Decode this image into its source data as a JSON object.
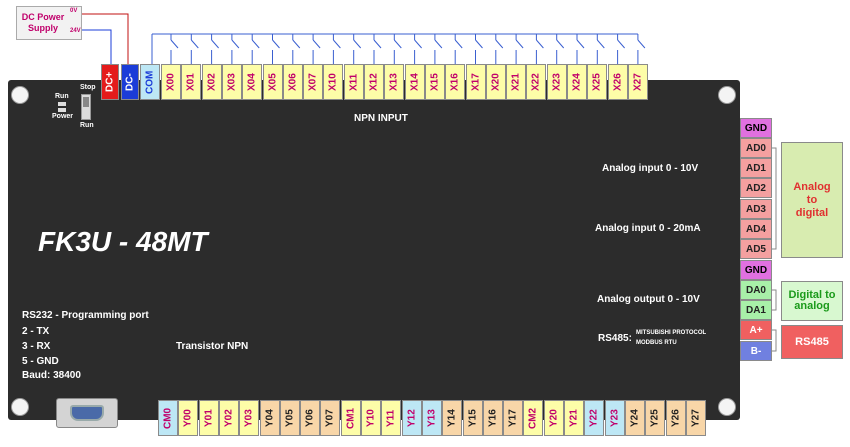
{
  "power_supply": {
    "title": "DC Power Supply",
    "pin_pos": "0V",
    "pin_neg": "24V"
  },
  "power_terminals": {
    "dc_plus": "DC+",
    "dc_minus": "DC-",
    "com": "COM"
  },
  "inputs": [
    "X00",
    "X01",
    "X02",
    "X03",
    "X04",
    "X05",
    "X06",
    "X07",
    "X10",
    "X11",
    "X12",
    "X13",
    "X14",
    "X15",
    "X16",
    "X17",
    "X20",
    "X21",
    "X22",
    "X23",
    "X24",
    "X25",
    "X26",
    "X27"
  ],
  "input_label": "NPN INPUT",
  "status": {
    "run": "Run",
    "power": "Power",
    "stop": "Stop",
    "run_switch": "Run"
  },
  "model": "FK3U - 48MT",
  "rs232": {
    "title": "RS232 - Programming port",
    "lines": [
      "2 - TX",
      "3 - RX",
      "5 - GND",
      "Baud: 38400"
    ]
  },
  "transistor_label": "Transistor NPN",
  "outputs": [
    {
      "label": "CM0",
      "color": "blue"
    },
    {
      "label": "Y00",
      "color": "yellow"
    },
    {
      "label": "Y01",
      "color": "yellow"
    },
    {
      "label": "Y02",
      "color": "yellow"
    },
    {
      "label": "Y03",
      "color": "yellow"
    },
    {
      "label": "Y04",
      "color": "orange"
    },
    {
      "label": "Y05",
      "color": "orange"
    },
    {
      "label": "Y06",
      "color": "orange"
    },
    {
      "label": "Y07",
      "color": "orange"
    },
    {
      "label": "CM1",
      "color": "yellow"
    },
    {
      "label": "Y10",
      "color": "yellow"
    },
    {
      "label": "Y11",
      "color": "yellow"
    },
    {
      "label": "Y12",
      "color": "blue"
    },
    {
      "label": "Y13",
      "color": "blue"
    },
    {
      "label": "Y14",
      "color": "orange"
    },
    {
      "label": "Y15",
      "color": "orange"
    },
    {
      "label": "Y16",
      "color": "orange"
    },
    {
      "label": "Y17",
      "color": "orange"
    },
    {
      "label": "CM2",
      "color": "yellow"
    },
    {
      "label": "Y20",
      "color": "yellow"
    },
    {
      "label": "Y21",
      "color": "yellow"
    },
    {
      "label": "Y22",
      "color": "blue"
    },
    {
      "label": "Y23",
      "color": "blue"
    },
    {
      "label": "Y24",
      "color": "orange"
    },
    {
      "label": "Y25",
      "color": "orange"
    },
    {
      "label": "Y26",
      "color": "orange"
    },
    {
      "label": "Y27",
      "color": "orange"
    }
  ],
  "right_terminals": {
    "gnd1": "GND",
    "ad0": "AD0",
    "ad1": "AD1",
    "ad2": "AD2",
    "ad3": "AD3",
    "ad4": "AD4",
    "ad5": "AD5",
    "gnd2": "GND",
    "da0": "DA0",
    "da1": "DA1",
    "a_plus": "A+",
    "b_minus": "B-"
  },
  "labels": {
    "analog_in_v": "Analog input 0 - 10V",
    "analog_in_ma": "Analog input 0 - 20mA",
    "analog_out": "Analog output 0 - 10V",
    "rs485": "RS485:",
    "protocol1": "MITSUBISHI PROTOCOL",
    "protocol2": "MODBUS RTU"
  },
  "boxes": {
    "adc": "Analog to digital",
    "dac": "Digital to analog",
    "rs485": "RS485"
  },
  "colors": {
    "board": "#2c2c2c",
    "gnd": "#e070e0",
    "ad": "#f4a0a0",
    "da": "#a8f0a8",
    "a_plus": "#f06060",
    "b_minus": "#7080e0",
    "adc_box": "#d8ecb0",
    "dac_box": "#d8f8d0",
    "rs485_box": "#f06060"
  }
}
